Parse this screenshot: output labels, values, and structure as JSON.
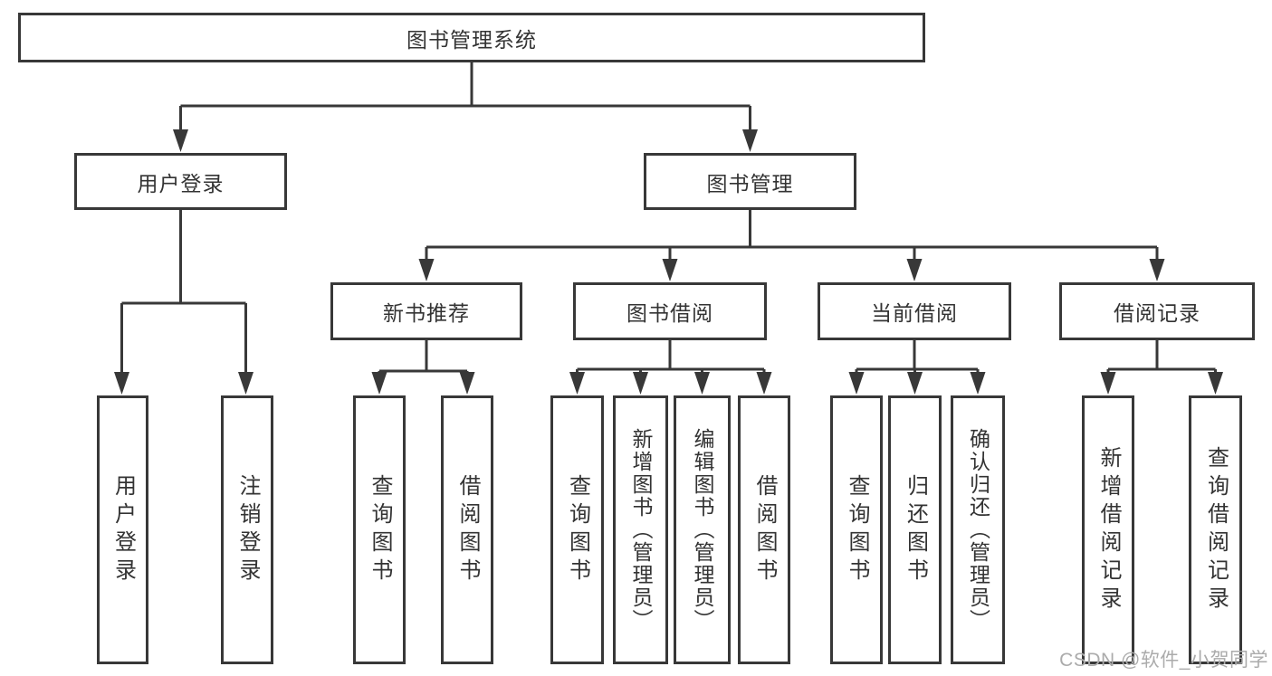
{
  "diagram": {
    "root": {
      "label": "图书管理系统"
    },
    "branches": [
      {
        "id": "user-login",
        "label": "用户登录",
        "children": [
          "用户登录",
          "注销登录"
        ]
      },
      {
        "id": "book-management",
        "label": "图书管理",
        "children": [
          {
            "label": "新书推荐",
            "children": [
              "查询图书",
              "借阅图书"
            ]
          },
          {
            "label": "图书借阅",
            "children": [
              "查询图书",
              "新增图书（管理员）",
              "编辑图书（管理员）",
              "借阅图书"
            ]
          },
          {
            "label": "当前借阅",
            "children": [
              "查询图书",
              "归还图书",
              "确认归还（管理员）"
            ]
          },
          {
            "label": "借阅记录",
            "children": [
              "新增借阅记录",
              "查询借阅记录"
            ]
          }
        ]
      }
    ]
  },
  "watermark": {
    "text": "CSDN @软件_小贺同学"
  },
  "colors": {
    "line": "#383838",
    "text": "#333333",
    "background": "#ffffff",
    "watermark": "#ababab"
  }
}
